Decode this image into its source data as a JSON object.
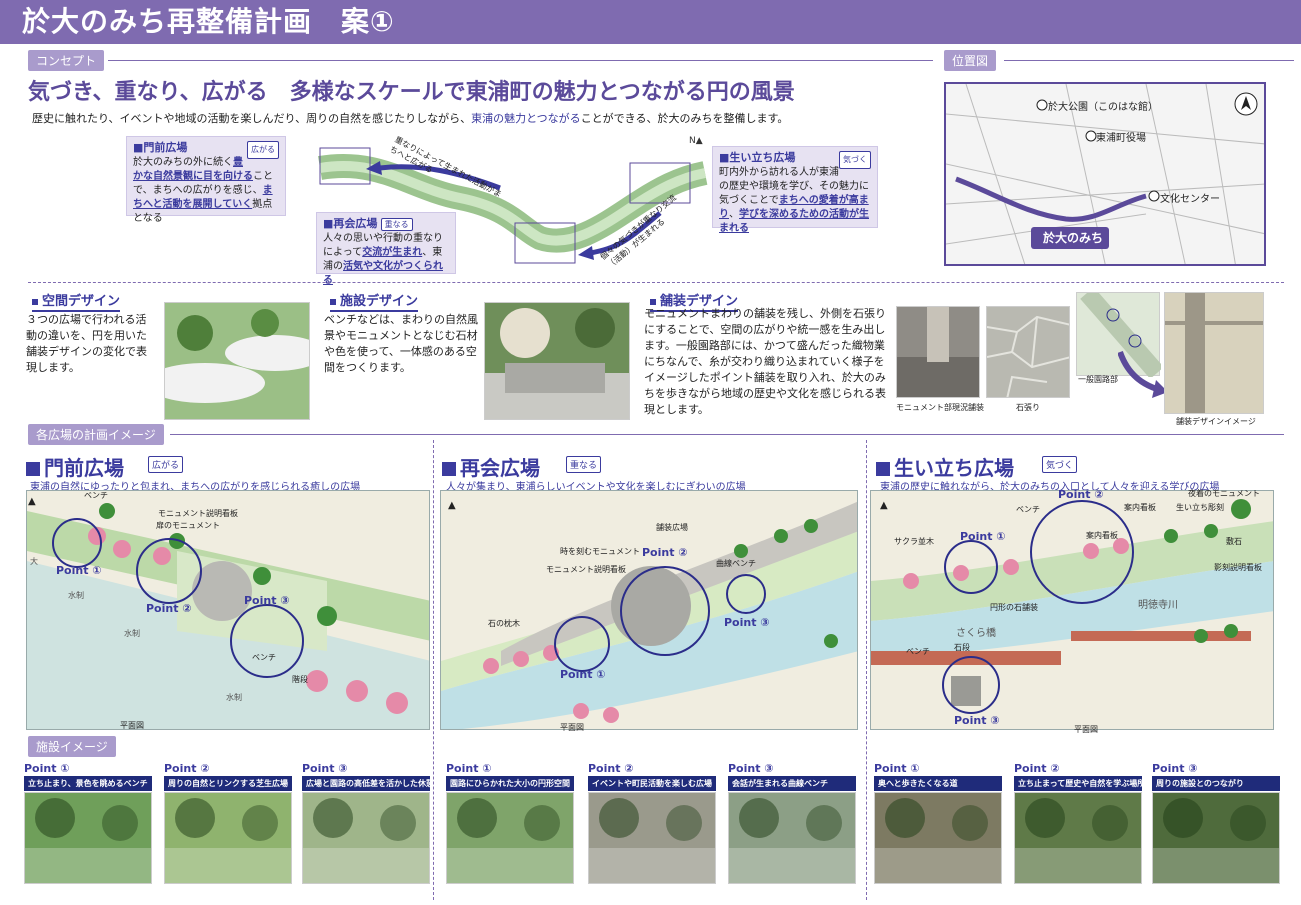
{
  "title": "於大のみち再整備計画　案①",
  "concept": {
    "tag": "コンセプト",
    "headline": "気づき、重なり、広がる　多様なスケールで東浦町の魅力とつながる円の風景",
    "sub_before": "歴史に触れたり、イベントや地域の活動を楽しんだり、周りの自然を感じたりしながら、",
    "sub_highlight": "東浦の魅力とつながる",
    "sub_after": "ことができる、於大のみちを整備します。",
    "callouts": {
      "monzen": {
        "title": "■門前広場",
        "badge": "広がる",
        "l1": "於大のみちの外に続く",
        "h1": "豊かな自然景観に目を向ける",
        "l2": "ことで、まちへの広がりを感じ、",
        "h2": "まちへと活動を展開していく",
        "l3": "拠点となる"
      },
      "saikai": {
        "title": "■再会広場",
        "badge": "重なる",
        "l1": "人々の思いや行動の重なりによって",
        "h1": "交流が生まれ",
        "l2": "、東浦の",
        "h2": "活気や文化がつくられる"
      },
      "oitachi": {
        "title": "■生い立ち広場",
        "badge": "気づく",
        "l1": "町内外から訪れる人が東浦の歴史や環境を学び、その魅力に気づくことで",
        "h1": "まちへの愛着が高まり",
        "l2": "、",
        "h2": "学びを深めるための活動が生まれる"
      }
    },
    "arrow1": "重なりによって生まれた活動がまちへと広がる",
    "arrow2": "個々の気づきが重なり交流（活動）が生まれる"
  },
  "location": {
    "tag": "位置図",
    "labels": [
      "於大公園（このはな館）",
      "東浦町役場",
      "文化センター"
    ],
    "route_label": "於大のみち"
  },
  "design": {
    "space": {
      "title": "空間デザイン",
      "text": "３つの広場で行われる活動の違いを、円を用いた舗装デザインの変化で表現します。"
    },
    "facility": {
      "title": "施設デザイン",
      "text": "ベンチなどは、まわりの自然風景やモニュメントとなじむ石材や色を使って、一体感のある空間をつくります。"
    },
    "paving": {
      "title": "舗装デザイン",
      "text": "モニュメントまわりの舗装を残し、外側を石張りにすることで、空間の広がりや統一感を生み出します。一般園路部には、かつて盛んだった織物業にちなんで、糸が交わり織り込まれていく様子をイメージしたポイント舗装を取り入れ、於大のみちを歩きながら地域の歴史や文化を感じられる表現とします。"
    },
    "captions": [
      "モニュメント部現況舗装",
      "石張り",
      "一般園路部",
      "舗装デザインイメージ"
    ]
  },
  "plazas_tag": "各広場の計画イメージ",
  "plazas": [
    {
      "title": "門前広場",
      "badge": "広がる",
      "sub": "東浦の自然にゆったりと包まれ、まちへの広がりを感じられる癒しの広場",
      "labels": [
        "ベンチ",
        "モニュメント説明看板",
        "扉のモニュメント",
        "ベンチ",
        "階段",
        "水制",
        "水制",
        "水制",
        "大",
        "平面図"
      ],
      "points": [
        "Point ①",
        "Point ②",
        "Point ③"
      ]
    },
    {
      "title": "再会広場",
      "badge": "重なる",
      "sub": "人々が集まり、東浦らしいイベントや文化を楽しむにぎわいの広場",
      "labels": [
        "舗装広場",
        "時を刻むモニュメント",
        "モニュメント説明看板",
        "曲線ベンチ",
        "石の枕木",
        "平面図"
      ],
      "points": [
        "Point ②",
        "Point ③",
        "Point ①"
      ]
    },
    {
      "title": "生い立ち広場",
      "badge": "気づく",
      "sub": "東浦の歴史に触れながら、於大のみちの入口として人々を迎える学びの広場",
      "labels": [
        "夜着のモニュメント",
        "案内看板",
        "生い立ち彫刻",
        "ベンチ",
        "案内看板",
        "サクラ並木",
        "敷石",
        "影刻説明看板",
        "円形の石舗装",
        "明徳寺川",
        "さくら橋",
        "ベンチ",
        "石段",
        "平面図"
      ],
      "points": [
        "Point ②",
        "Point ①",
        "Point ③"
      ]
    }
  ],
  "facility_tag": "施設イメージ",
  "facility_images": [
    {
      "point": "Point ①",
      "caption": "立ち止まり、景色を眺めるベンチ"
    },
    {
      "point": "Point ②",
      "caption": "周りの自然とリンクする芝生広場"
    },
    {
      "point": "Point ③",
      "caption": "広場と園路の高低差を活かした休憩"
    },
    {
      "point": "Point ①",
      "caption": "園路にひらかれた大小の円形空間"
    },
    {
      "point": "Point ②",
      "caption": "イベントや町民活動を楽しむ広場"
    },
    {
      "point": "Point ③",
      "caption": "会話が生まれる曲線ベンチ"
    },
    {
      "point": "Point ①",
      "caption": "奥へと歩きたくなる道"
    },
    {
      "point": "Point ②",
      "caption": "立ち止まって歴史や自然を学ぶ場所"
    },
    {
      "point": "Point ③",
      "caption": "周りの施設とのつながり"
    }
  ],
  "colors": {
    "accent": "#7f6bb0",
    "navy": "#2b2d8a",
    "path": "#5b4a9a"
  }
}
